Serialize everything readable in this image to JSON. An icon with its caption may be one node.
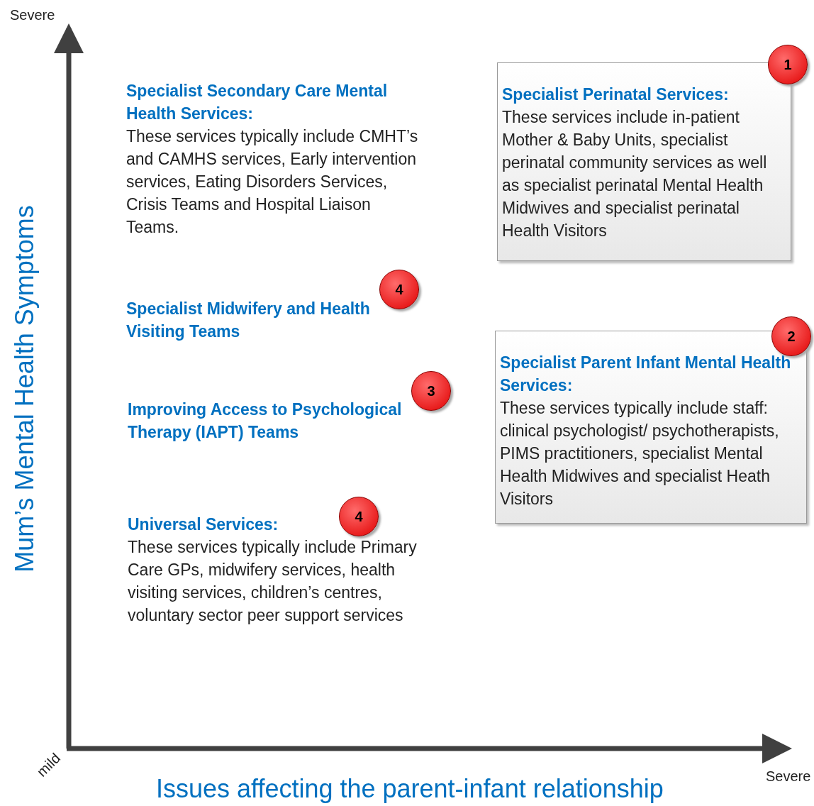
{
  "diagram": {
    "nodes": [
      {
        "text": [
          "Specialist Perinatal Services:",
          "These services include in-patient Mother & Baby Units, specialist perinatal community services as well as specialist perinatal Mental Health Midwives and specialist perinatal Health Visitors"
        ]
      },
      {
        "text": [
          "1"
        ]
      },
      {
        "text": [
          "Specialist Parent Infant Mental Health Services:",
          "These services typically include staff: clinical psychologist/ psychotherapists, PIMS practitioners, specialist Mental Health Midwives and specialist Heath Visitors"
        ]
      },
      {
        "text": [
          "2"
        ]
      },
      {
        "text": [
          "4"
        ]
      },
      {
        "text": [
          "3"
        ]
      },
      {
        "text": [
          "4"
        ]
      }
    ],
    "labels": [
      "Severe",
      "Specialist Secondary Care Mental Health Services:",
      "These services typically include CMHT’s and CAMHS services, Early intervention services, Eating Disorders Services, Crisis Teams and Hospital Liaison Teams.",
      "Specialist Midwifery and Health Visiting Teams",
      "Improving Access to Psychological Therapy (IAPT) Teams",
      "Universal Services:",
      "These services typically include Primary Care GPs, midwifery services, health visiting services, children’s centres, voluntary sector peer support services",
      "Mum’s Mental Health Symptoms",
      "mild",
      "Severe",
      "Issues affecting the parent-infant relationship"
    ]
  }
}
